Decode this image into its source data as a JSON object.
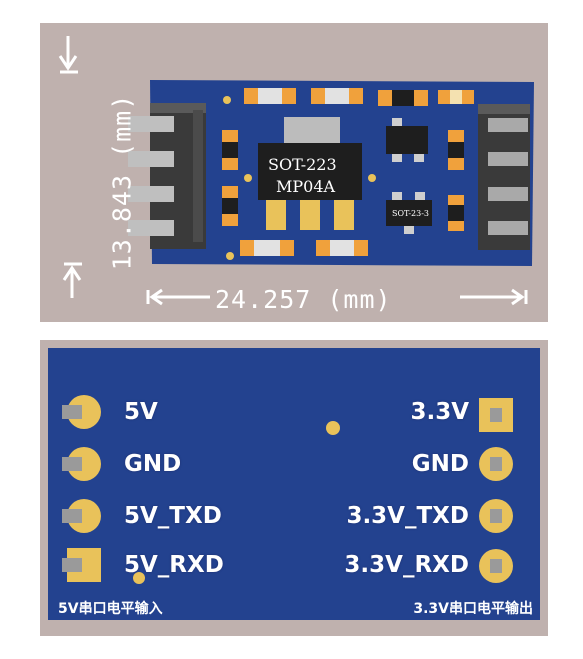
{
  "top_view": {
    "width_label": "24.257 (mm)",
    "height_label": "13.843 (mm)",
    "main_ic_labels": [
      "SOT-223",
      "MP04A"
    ],
    "small_ic_label": "SOT-23-3"
  },
  "bottom_view": {
    "left_pins": [
      "5V",
      "GND",
      "5V_TXD",
      "5V_RXD"
    ],
    "right_pins": [
      "3.3V",
      "GND",
      "3.3V_TXD",
      "3.3V_RXD"
    ],
    "left_caption": "5V串口电平输入",
    "right_caption": "3.3V串口电平输出"
  },
  "colors": {
    "panel_bg": "#bfb1ae",
    "pcb_blue": "#23428f",
    "pad_gold": "#e9c25a",
    "smd_orange": "#f0a13c"
  }
}
